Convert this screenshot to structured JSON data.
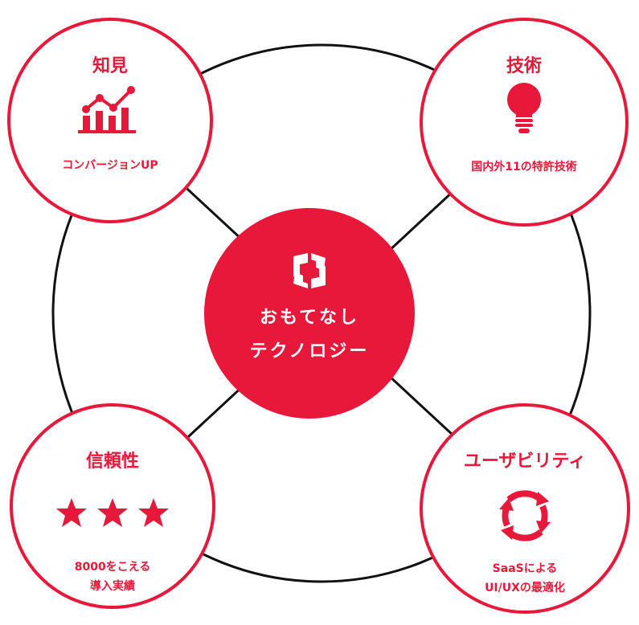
{
  "colors": {
    "accent": "#e8183a",
    "ring": "#111111",
    "background": "#ffffff"
  },
  "center": {
    "logo_icon": "brand-logo-icon",
    "line1": "おもてなし",
    "line2": "テクノロジー"
  },
  "nodes": {
    "knowledge": {
      "title": "知見",
      "icon": "growth-chart-icon",
      "desc": "コンバージョンUP"
    },
    "technology": {
      "title": "技術",
      "icon": "lightbulb-icon",
      "desc": "国内外11の特許技術"
    },
    "reliability": {
      "title": "信頼性",
      "icon": "star-rating-icon",
      "rating": 3,
      "desc_line1": "8000をこえる",
      "desc_line2": "導入実績"
    },
    "usability": {
      "title": "ユーザビリティ",
      "icon": "cycle-arrows-icon",
      "desc_line1": "SaaSによる",
      "desc_line2": "UI/UXの最適化"
    }
  }
}
